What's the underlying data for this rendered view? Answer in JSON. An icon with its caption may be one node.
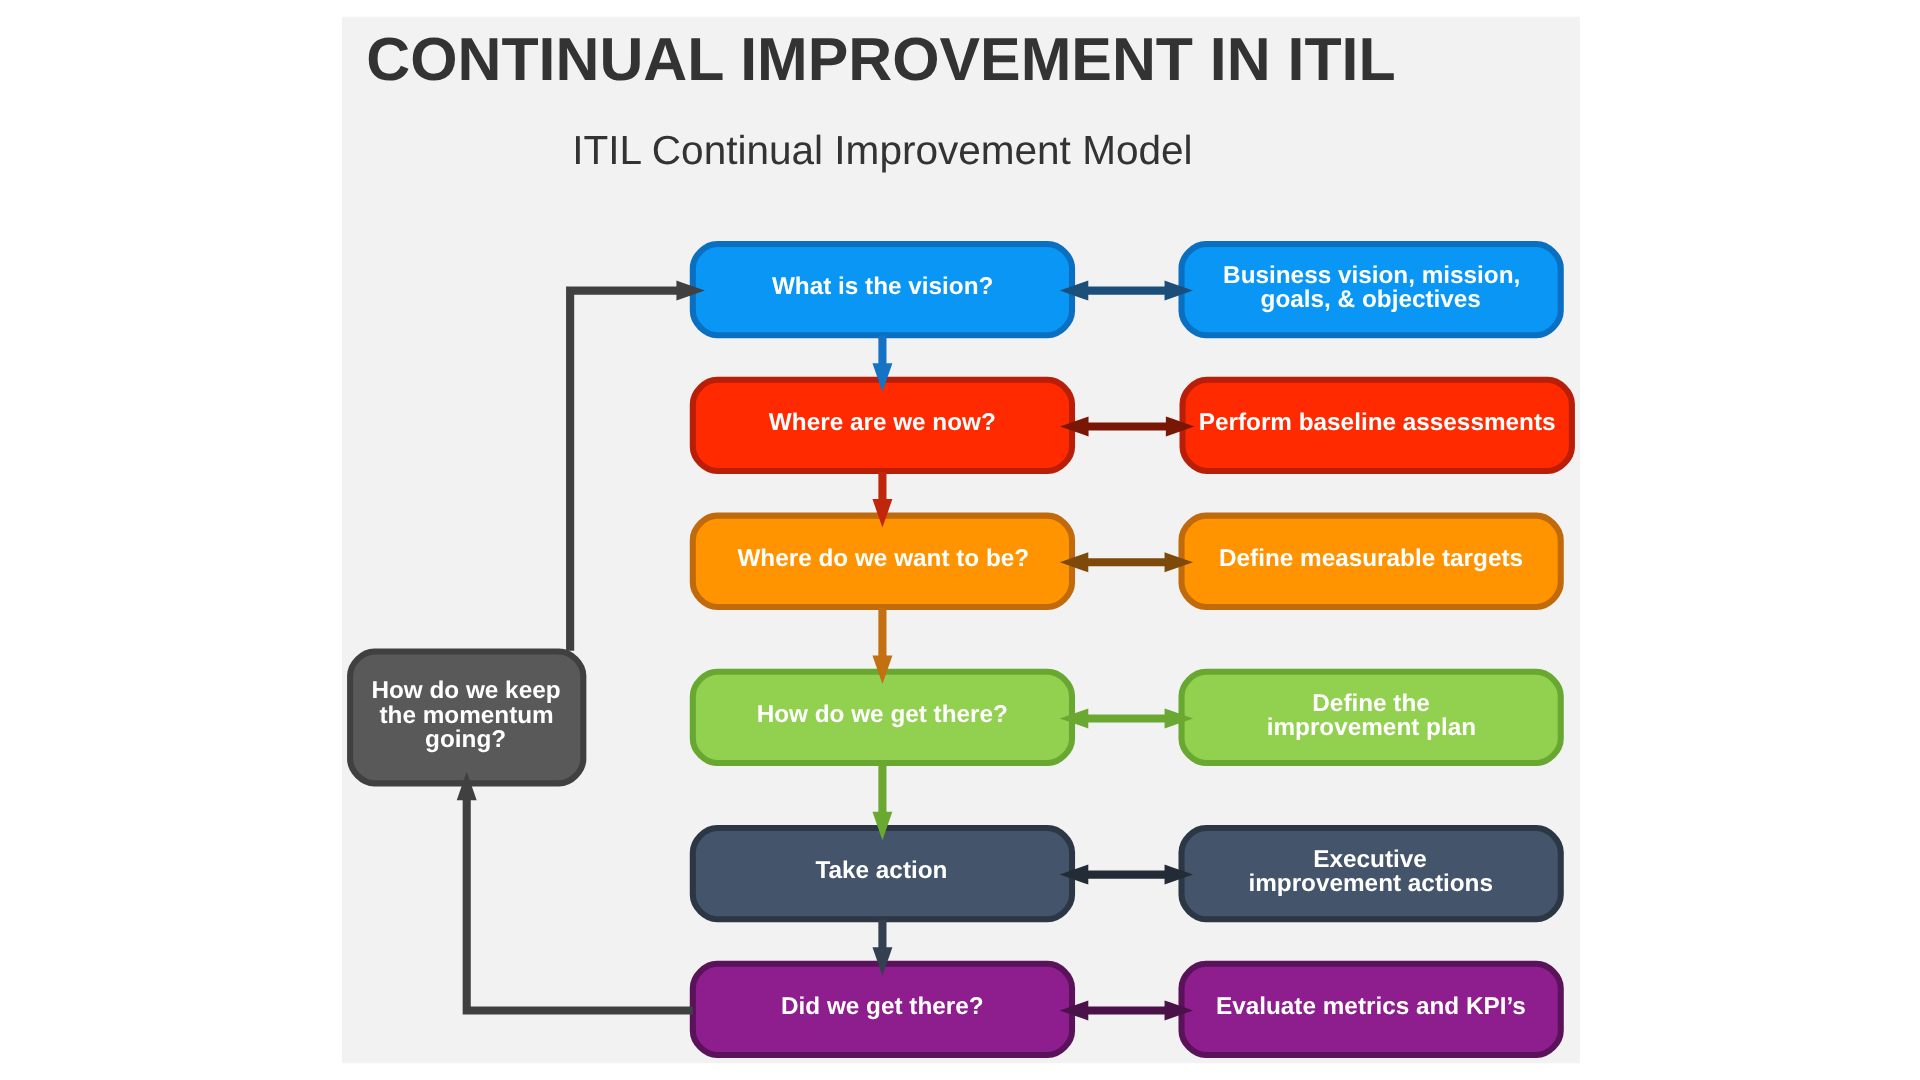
{
  "diagram": {
    "title": "CONTINUAL IMPROVEMENT IN ITIL",
    "nodes": [
      {
        "text": [
          "What is the vision?"
        ]
      },
      {
        "text": [
          "Business vision, mission, goals, & objectives"
        ]
      },
      {
        "text": [
          "Where are we now?"
        ]
      },
      {
        "text": [
          "Perform baseline assessments"
        ]
      },
      {
        "text": [
          "Where do we want to be?"
        ]
      },
      {
        "text": [
          "Define measurable targets"
        ]
      },
      {
        "text": [
          "How do we get there?"
        ]
      },
      {
        "text": [
          "Define the improvement plan"
        ]
      },
      {
        "text": [
          "Take action"
        ]
      },
      {
        "text": [
          "Executive improvement actions"
        ]
      },
      {
        "text": [
          "Did we get there?"
        ]
      },
      {
        "text": [
          "Evaluate metrics and KPI’s"
        ]
      },
      {
        "text": [
          "How do we keep the momentum going?"
        ]
      }
    ],
    "edges": [
      {
        "from": 0,
        "to": 1,
        "arrow": "both",
        "color": "#1b4f7a"
      },
      {
        "from": 0,
        "to": 2,
        "arrow": "to",
        "color": "#1473c4"
      },
      {
        "from": 2,
        "to": 3,
        "arrow": "both",
        "color": "#7a1606"
      },
      {
        "from": 2,
        "to": 4,
        "arrow": "to",
        "color": "#c0260c"
      },
      {
        "from": 4,
        "to": 5,
        "arrow": "both",
        "color": "#7e4a0c"
      },
      {
        "from": 4,
        "to": 6,
        "arrow": "to",
        "color": "#c27010"
      },
      {
        "from": 6,
        "to": 7,
        "arrow": "both",
        "color": "#6aa832"
      },
      {
        "from": 6,
        "to": 8,
        "arrow": "to",
        "color": "#6aa832"
      },
      {
        "from": 8,
        "to": 9,
        "arrow": "both",
        "color": "#232b36"
      },
      {
        "from": 8,
        "to": 10,
        "arrow": "to",
        "color": "#34404f"
      },
      {
        "from": 10,
        "to": 11,
        "arrow": "both",
        "color": "#4a1248"
      },
      {
        "from": 10,
        "to": 12,
        "arrow": "to",
        "color": "#404040"
      },
      {
        "from": 12,
        "to": 0,
        "arrow": "to",
        "color": "#404040"
      }
    ],
    "labels": [
      "ITIL Continual Improvement Model"
    ]
  }
}
